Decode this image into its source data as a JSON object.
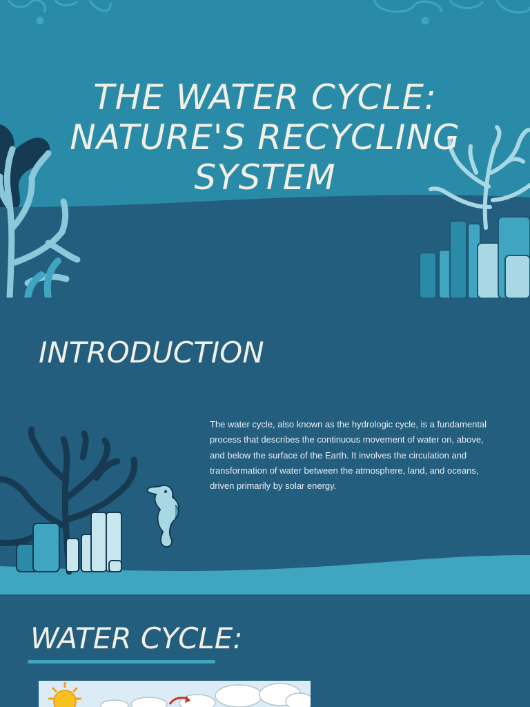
{
  "title": {
    "line1": "The Water Cycle:",
    "line2": "Nature's Recycling",
    "line3": "System"
  },
  "introduction": {
    "heading": "Introduction",
    "body": "The water cycle, also known as the hydrologic cycle, is a fundamental process that describes the continuous movement of water on, above, and below the surface of the Earth. It involves the circulation and transformation of water between the atmosphere, land, and oceans, driven primarily by solar energy."
  },
  "water_cycle": {
    "heading": "Water Cycle:"
  },
  "colors": {
    "background_dark": "#245e7f",
    "background_light": "#2a8ba8",
    "accent": "#3fa5c0",
    "text": "#f1f0e6",
    "coral_dark": "#163a52",
    "coral_light": "#a8d8e4"
  }
}
